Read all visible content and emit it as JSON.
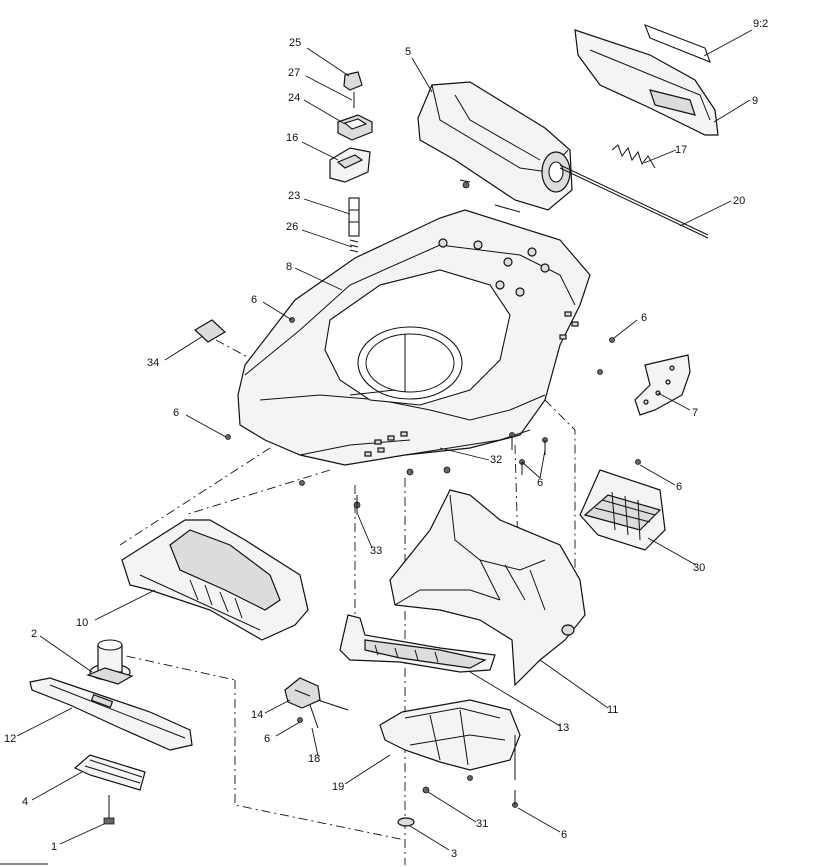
{
  "callouts": [
    {
      "id": "c-25",
      "label": "25"
    },
    {
      "id": "c-27",
      "label": "27"
    },
    {
      "id": "c-24",
      "label": "24"
    },
    {
      "id": "c-16",
      "label": "16"
    },
    {
      "id": "c-23",
      "label": "23"
    },
    {
      "id": "c-26",
      "label": "26"
    },
    {
      "id": "c-8",
      "label": "8"
    },
    {
      "id": "c-6a",
      "label": "6"
    },
    {
      "id": "c-34",
      "label": "34"
    },
    {
      "id": "c-6b",
      "label": "6"
    },
    {
      "id": "c-5",
      "label": "5"
    },
    {
      "id": "c-92",
      "label": "9:2"
    },
    {
      "id": "c-9",
      "label": "9"
    },
    {
      "id": "c-17",
      "label": "17"
    },
    {
      "id": "c-20",
      "label": "20"
    },
    {
      "id": "c-6c",
      "label": "6"
    },
    {
      "id": "c-7",
      "label": "7"
    },
    {
      "id": "c-32",
      "label": "32"
    },
    {
      "id": "c-6d",
      "label": "6"
    },
    {
      "id": "c-6e",
      "label": "6"
    },
    {
      "id": "c-33",
      "label": "33"
    },
    {
      "id": "c-30",
      "label": "30"
    },
    {
      "id": "c-10",
      "label": "10"
    },
    {
      "id": "c-2",
      "label": "2"
    },
    {
      "id": "c-12",
      "label": "12"
    },
    {
      "id": "c-14",
      "label": "14"
    },
    {
      "id": "c-6f",
      "label": "6"
    },
    {
      "id": "c-18",
      "label": "18"
    },
    {
      "id": "c-13",
      "label": "13"
    },
    {
      "id": "c-11",
      "label": "11"
    },
    {
      "id": "c-19",
      "label": "19"
    },
    {
      "id": "c-4",
      "label": "4"
    },
    {
      "id": "c-31",
      "label": "31"
    },
    {
      "id": "c-6g",
      "label": "6"
    },
    {
      "id": "c-1",
      "label": "1"
    },
    {
      "id": "c-3",
      "label": "3"
    }
  ]
}
